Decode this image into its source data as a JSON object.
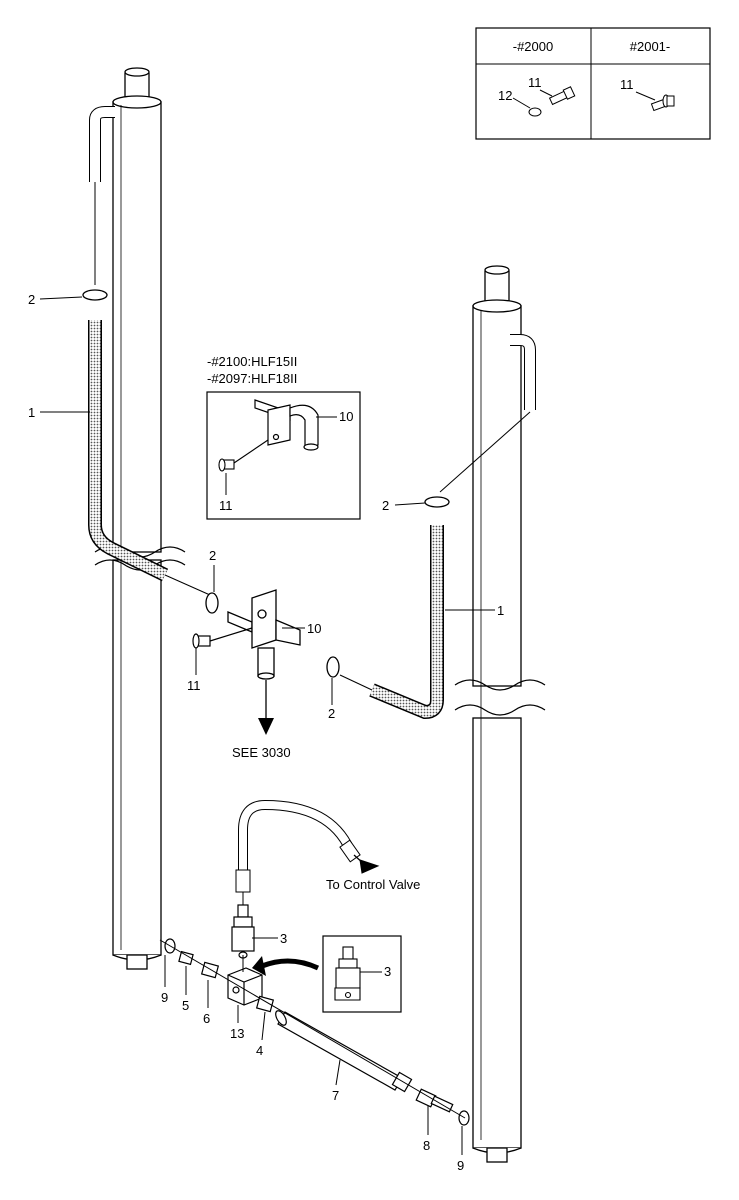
{
  "inset_table": {
    "col1_header": "-#2000",
    "col2_header": "#2001-",
    "col1_labels": [
      "11",
      "12"
    ],
    "col2_labels": [
      "11"
    ]
  },
  "inset_valve_block": {
    "title_line1": "-#2100:HLF15II",
    "title_line2": "-#2097:HLF18II",
    "labels": [
      "10",
      "11"
    ]
  },
  "inset_sensor": {
    "label": "3"
  },
  "callouts": {
    "c1_left": "1",
    "c1_right": "1",
    "c2_left_top": "2",
    "c2_right_top": "2",
    "c2_tee_left": "2",
    "c2_tee_right": "2",
    "c10": "10",
    "c11": "11",
    "c3": "3",
    "c4": "4",
    "c5": "5",
    "c6": "6",
    "c7": "7",
    "c8": "8",
    "c9_left": "9",
    "c9_right": "9",
    "c13": "13"
  },
  "notes": {
    "see_ref": "SEE 3030",
    "to_control_valve": "To Control Valve"
  },
  "colors": {
    "line": "#000000",
    "hose_fill": "#9a9a9a"
  }
}
